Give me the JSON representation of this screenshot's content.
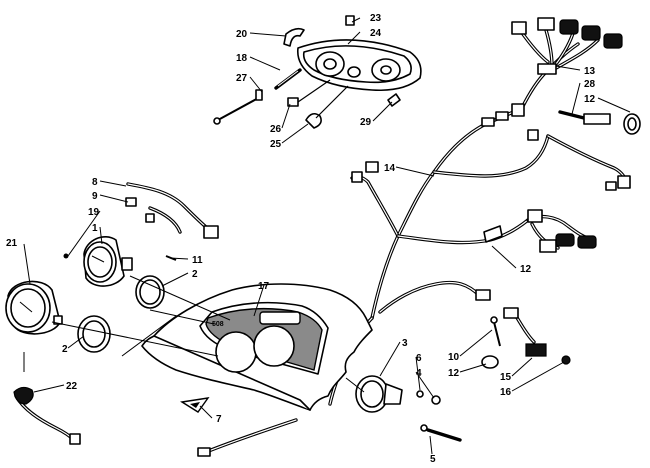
{
  "diagram": {
    "callouts": {
      "c1": "1",
      "c2a": "2",
      "c2b": "2",
      "c3": "3",
      "c4": "4",
      "c5": "5",
      "c6": "6",
      "c7": "7",
      "c8": "8",
      "c9": "9",
      "c10": "10",
      "c11": "11",
      "c12a": "12",
      "c12b": "12",
      "c12c": "12",
      "c13": "13",
      "c14": "14",
      "c15": "15",
      "c16": "16",
      "c17": "17",
      "c18": "18",
      "c19": "19",
      "c20": "20",
      "c21": "21",
      "c22": "22",
      "c23": "23",
      "c24": "24",
      "c25": "25",
      "c26": "26",
      "c27": "27",
      "c28": "28",
      "c29": "29"
    },
    "panel_mark": "508"
  }
}
